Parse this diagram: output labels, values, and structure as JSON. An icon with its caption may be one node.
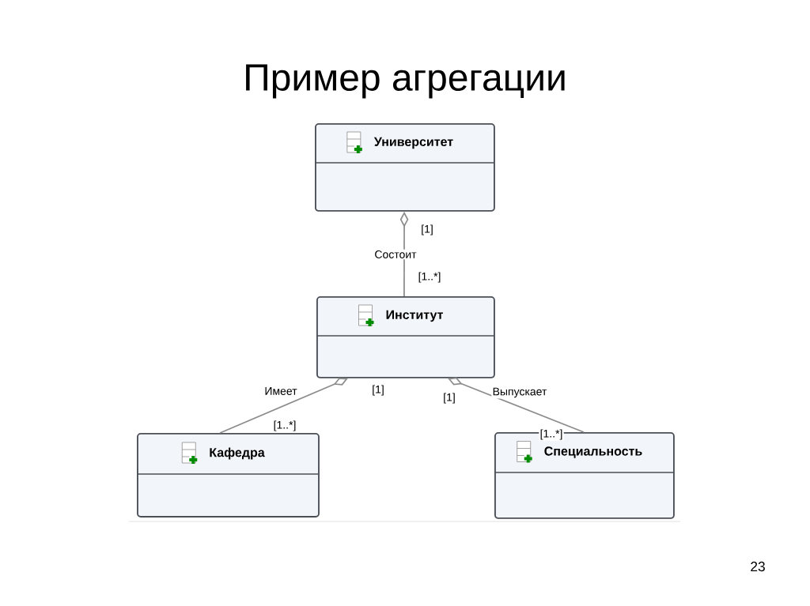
{
  "diagram": {
    "title": "Пример агрегации",
    "nodes": [
      {
        "text": [
          "Университет"
        ]
      },
      {
        "text": [
          "Институт"
        ]
      },
      {
        "text": [
          "Кафедра"
        ]
      },
      {
        "text": [
          "Специальность"
        ]
      }
    ],
    "edges": [
      {
        "from": 0,
        "to": 1,
        "arrow": "other",
        "label": "Состоит"
      },
      {
        "from": 1,
        "to": 2,
        "arrow": "other",
        "label": "Имеет"
      },
      {
        "from": 1,
        "to": 3,
        "arrow": "other",
        "label": "Выпускает"
      }
    ],
    "labels": [
      "[1]",
      "[1..*]",
      "[1]",
      "[1]",
      "[1..*]",
      "[1..*]",
      "23"
    ]
  }
}
